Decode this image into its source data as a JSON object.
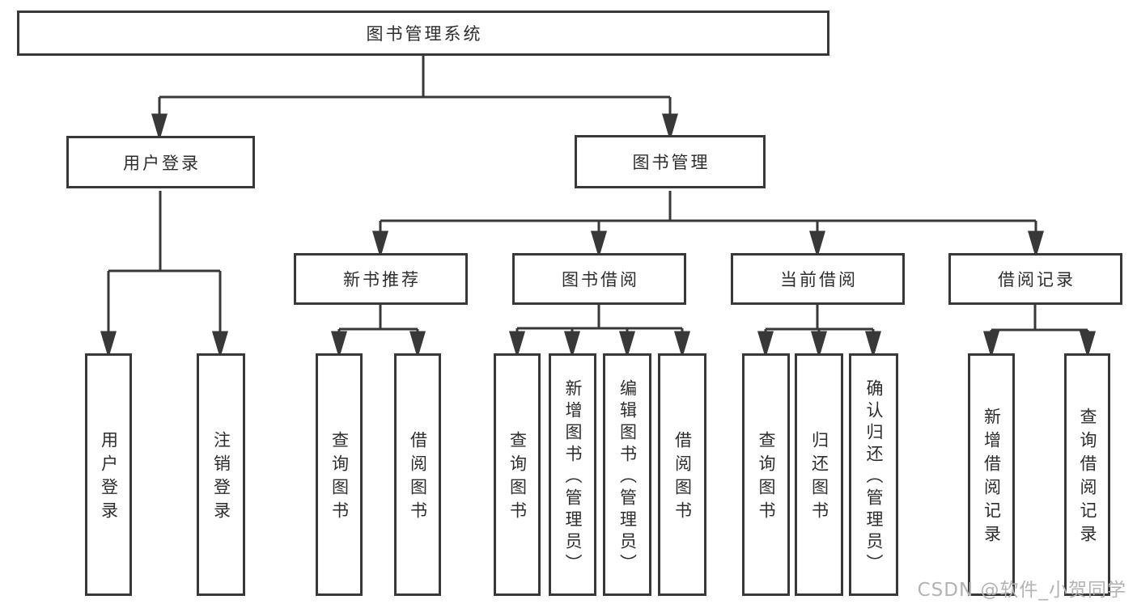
{
  "tree": {
    "root": "图书管理系统",
    "branches": [
      {
        "label": "用户登录",
        "children": [
          "用户登录",
          "注销登录"
        ]
      },
      {
        "label": "图书管理",
        "sections": [
          {
            "label": "新书推荐",
            "children": [
              "查询图书",
              "借阅图书"
            ]
          },
          {
            "label": "图书借阅",
            "children": [
              "查询图书",
              "新增图书（管理员）",
              "编辑图书（管理员）",
              "借阅图书"
            ]
          },
          {
            "label": "当前借阅",
            "children": [
              "查询图书",
              "归还图书",
              "确认归还（管理员）"
            ]
          },
          {
            "label": "借阅记录",
            "children": [
              "新增借阅记录",
              "查询借阅记录"
            ]
          }
        ]
      }
    ]
  },
  "watermark": "CSDN @软件_小贺同学",
  "colors": {
    "line": "#383838",
    "box_border": "#383838",
    "box_fill": "#ffffff",
    "text": "#2d2d2d",
    "watermark": "#b3b3b3",
    "background": "#ffffff"
  }
}
